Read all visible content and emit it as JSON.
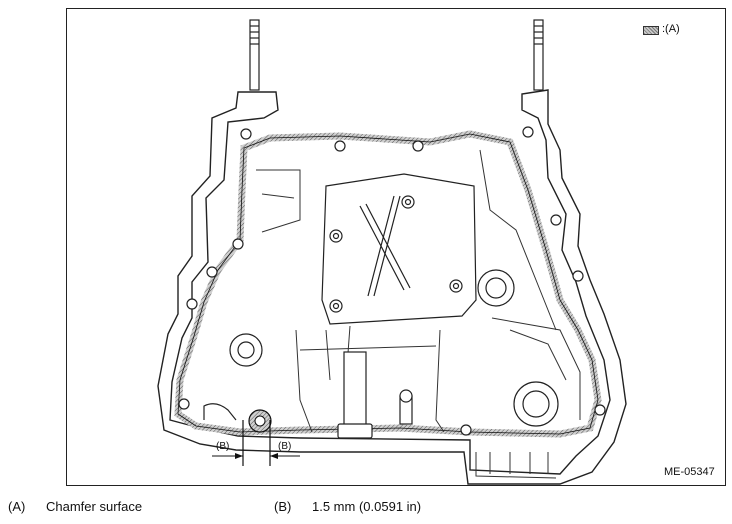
{
  "legend": {
    "key": ":(A)"
  },
  "figure_id": "ME-05347",
  "callouts": {
    "left": "(B)",
    "right": "(B)"
  },
  "footer": [
    {
      "key": "(A)",
      "text": "Chamfer surface"
    },
    {
      "key": "(B)",
      "text": "1.5 mm (0.0591 in)"
    }
  ]
}
